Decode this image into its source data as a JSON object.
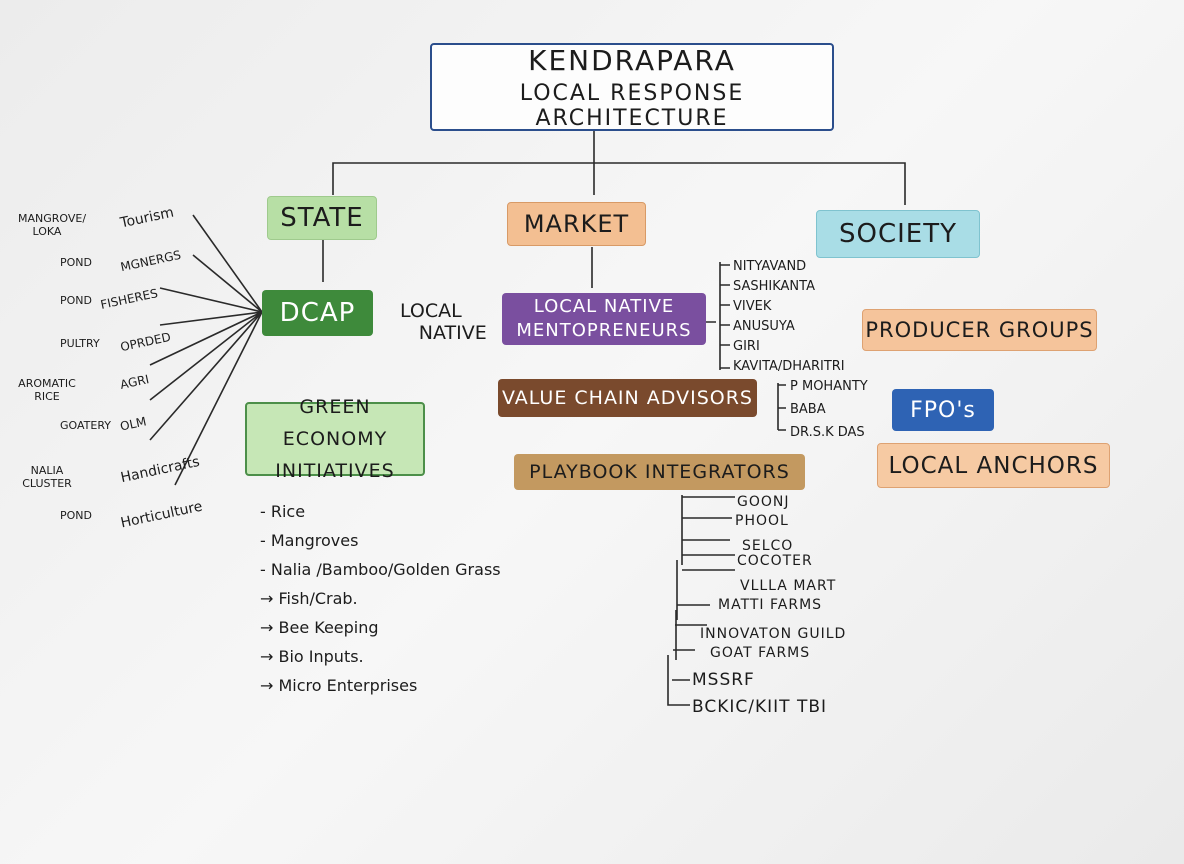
{
  "title": {
    "line1": "KENDRAPARA",
    "line2": "LOCAL RESPONSE ARCHITECTURE"
  },
  "pillars": {
    "state": "STATE",
    "market": "MARKET",
    "society": "SOCIETY"
  },
  "dcap": "DCAP",
  "dcap_links": [
    {
      "left": "MANGROVE/ LOKA",
      "right": "Tourism"
    },
    {
      "left": "POND",
      "right": "MGNERGS"
    },
    {
      "left": "POND",
      "right": "FISHERES"
    },
    {
      "left": "PULTRY",
      "right": "OPRDED"
    },
    {
      "left": "AROMATIC RICE",
      "right": "AGRI"
    },
    {
      "left": "GOATERY",
      "right": "OLM"
    },
    {
      "left": "NALIA CLUSTER",
      "right": "Handicrafts"
    },
    {
      "left": "POND",
      "right": "Horticulture"
    }
  ],
  "green": {
    "title": "GREEN ECONOMY INITIATIVES",
    "items": [
      "- Rice",
      "- Mangroves",
      "- Nalia /Bamboo/Golden Grass",
      "→ Fish/Crab.",
      "→ Bee Keeping",
      "→ Bio Inputs.",
      "→ Micro Enterprises"
    ]
  },
  "local_native_label": {
    "l1": "LOCAL",
    "l2": "NATIVE"
  },
  "mentopreneurs": {
    "title": "LOCAL NATIVE MENTOPRENEURS",
    "names": [
      "NITYAVAND",
      "SASHIKANTA",
      "VIVEK",
      "ANUSUYA",
      "GIRI",
      "KAVITA/DHARITRI"
    ]
  },
  "advisors": {
    "title": "VALUE CHAIN ADVISORS",
    "names": [
      "P MOHANTY",
      "BABA",
      "DR.S.K DAS"
    ]
  },
  "integrators": {
    "title": "PLAYBOOK INTEGRATORS",
    "names": [
      "GOONJ",
      "PHOOL",
      "SELCO",
      "COCOTER",
      "VLLLA MART",
      "MATTI FARMS",
      "INNOVATON GUILD",
      "GOAT FARMS",
      "MSSRF",
      "BCKIC/KIIT TBI"
    ]
  },
  "society_items": {
    "producer": "PRODUCER GROUPS",
    "fpo": "FPO's",
    "anchors": "LOCAL ANCHORS"
  }
}
